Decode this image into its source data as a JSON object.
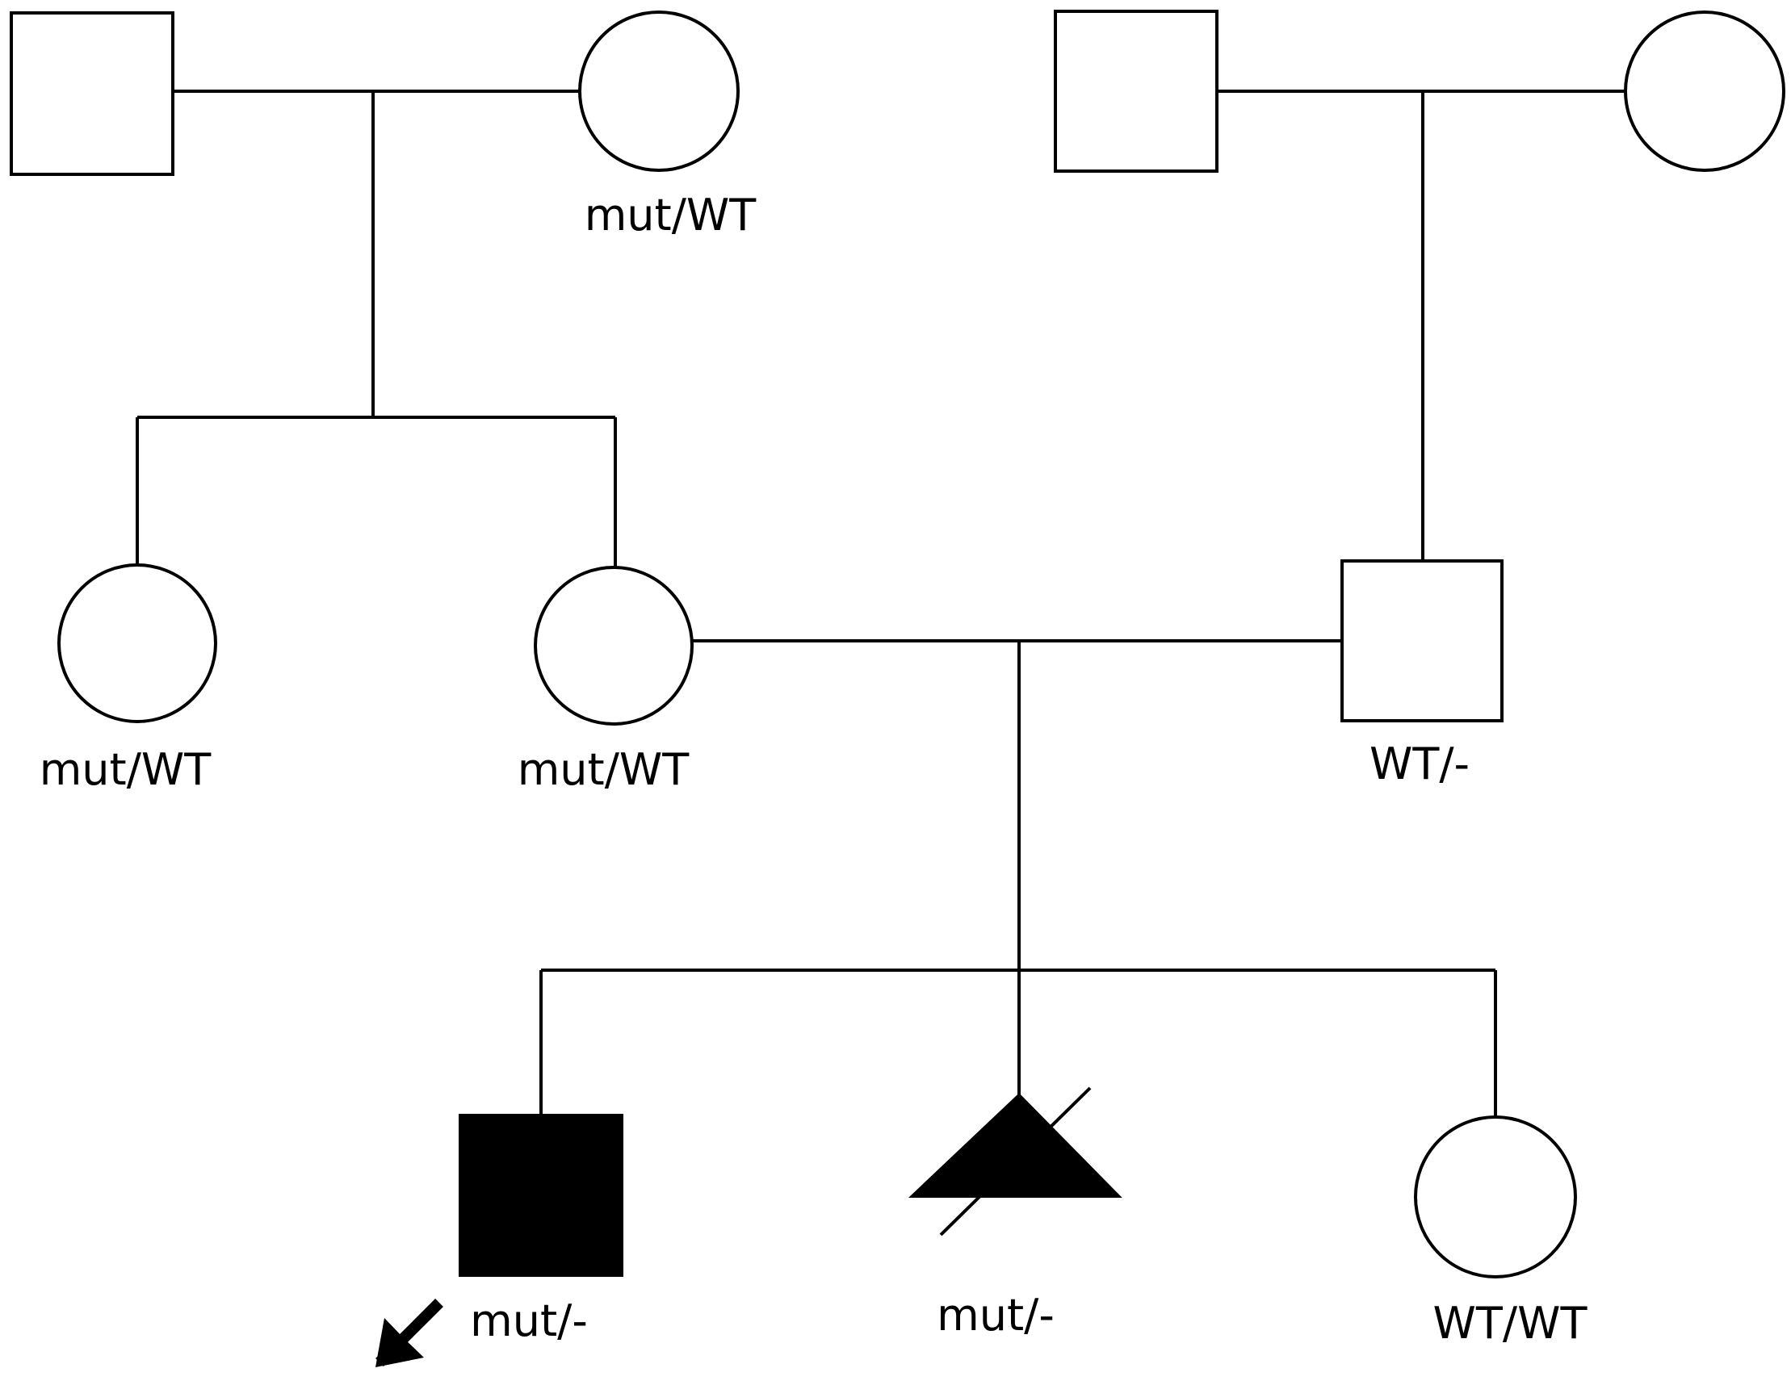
{
  "pedigree": {
    "generation_1": {
      "maternal_grandfather": {
        "label": ""
      },
      "maternal_grandmother": {
        "label": "mut/WT"
      },
      "paternal_grandfather": {
        "label": ""
      },
      "paternal_grandmother": {
        "label": ""
      }
    },
    "generation_2": {
      "maternal_aunt": {
        "label": "mut/WT"
      },
      "mother": {
        "label": "mut/WT"
      },
      "father": {
        "label": "WT/-"
      }
    },
    "generation_3": {
      "proband": {
        "label": "mut/-",
        "affected": true,
        "marker": "proband-arrow"
      },
      "fetus": {
        "label": "mut/-",
        "affected": true,
        "deceased": true
      },
      "sister": {
        "label": "WT/WT"
      }
    },
    "colors": {
      "line": "#000000",
      "affected_fill": "#000000",
      "unaffected_fill": "#ffffff"
    }
  }
}
